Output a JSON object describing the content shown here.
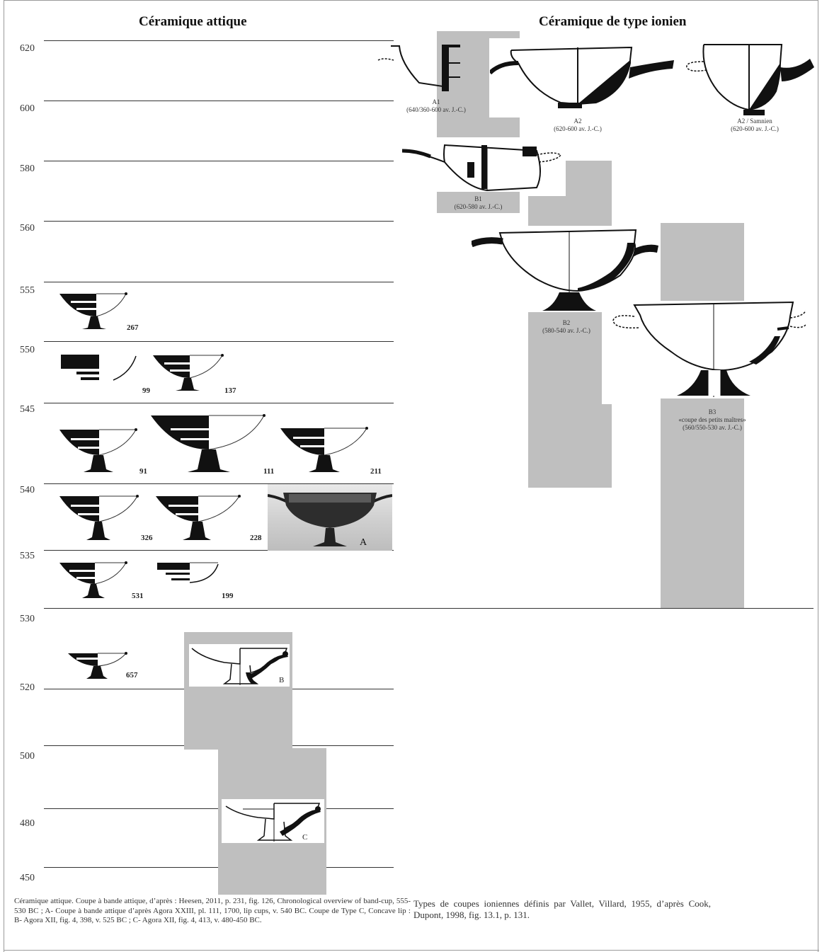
{
  "headers": {
    "attic": "Céramique attique",
    "ionian": "Céramique de type ionien"
  },
  "years": [
    "620",
    "600",
    "580",
    "560",
    "555",
    "550",
    "545",
    "540",
    "535",
    "530",
    "520",
    "500",
    "480",
    "450"
  ],
  "attic_cups": {
    "c267": "267",
    "c99": "99",
    "c137": "137",
    "c91": "91",
    "c111": "111",
    "c211": "211",
    "c326": "326",
    "c228": "228",
    "c531": "531",
    "c199": "199",
    "c657": "657"
  },
  "attic_photo_label": "A",
  "attic_box_b_label": "B",
  "attic_box_c_label": "C",
  "ionian_types": {
    "a1_name": "A1",
    "a1_date": "(640/360-600 av. J.-C.)",
    "a2_name": "A2",
    "a2_date": "(620-600 av. J.-C.)",
    "a2s_name": "A2 / Samnien",
    "a2s_date": "(620-600 av. J.-C.)",
    "b1_name": "B1",
    "b1_date": "(620-580 av. J.-C.)",
    "b2_name": "B2",
    "b2_date": "(580-540 av. J.-C.)",
    "b3_name": "B3",
    "b3_sub": "«coupe des petits maîtres»",
    "b3_date": "(560/550-530 av. J.-C.)"
  },
  "captions": {
    "left": "Céramique attique. Coupe à bande attique, d’après : Heesen, 2011, p. 231, fig. 126, Chronological overview of band-cup, 555-530 BC ; A- Coupe à bande attique d’après Agora XXIII, pl. 111, 1700, lip cups, v. 540 BC. Coupe de Type C, Concave lip : B- Agora XII, fig. 4, 398, v. 525 BC ; C- Agora XII, fig. 4, 413, v. 480-450 BC.",
    "right": "Types de coupes ioniennes définis par Vallet, Villard, 1955, d’après Cook, Dupont, 1998, fig. 13.1, p. 131."
  }
}
